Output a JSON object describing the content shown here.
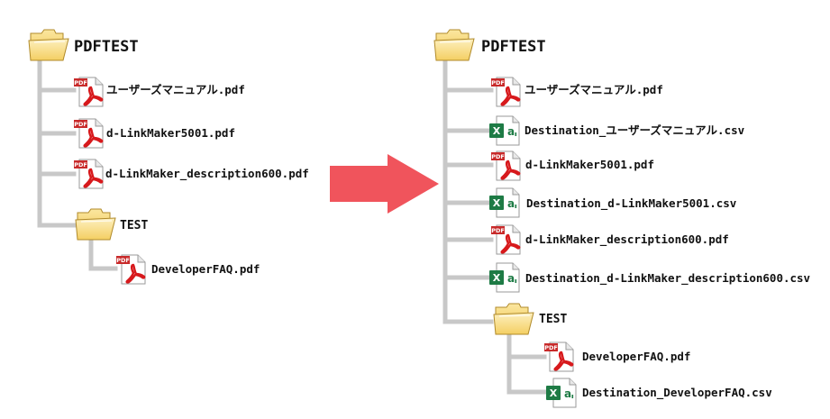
{
  "before": {
    "root": {
      "name": "PDFTEST",
      "icon": "folder-icon"
    },
    "files": [
      {
        "name": "ユーザーズマニュアル.pdf",
        "icon": "pdf-icon"
      },
      {
        "name": "d-LinkMaker5001.pdf",
        "icon": "pdf-icon"
      },
      {
        "name": "d-LinkMaker_description600.pdf",
        "icon": "pdf-icon"
      }
    ],
    "subfolder": {
      "name": "TEST",
      "icon": "folder-icon",
      "files": [
        {
          "name": "DeveloperFAQ.pdf",
          "icon": "pdf-icon"
        }
      ]
    }
  },
  "after": {
    "root": {
      "name": "PDFTEST",
      "icon": "folder-icon"
    },
    "files": [
      {
        "name": "ユーザーズマニュアル.pdf",
        "icon": "pdf-icon"
      },
      {
        "name": "Destination_ユーザーズマニュアル.csv",
        "icon": "excel-csv-icon"
      },
      {
        "name": "d-LinkMaker5001.pdf",
        "icon": "pdf-icon"
      },
      {
        "name": "Destination_d-LinkMaker5001.csv",
        "icon": "excel-csv-icon"
      },
      {
        "name": "d-LinkMaker_description600.pdf",
        "icon": "pdf-icon"
      },
      {
        "name": "Destination_d-LinkMaker_description600.csv",
        "icon": "excel-csv-icon"
      }
    ],
    "subfolder": {
      "name": "TEST",
      "icon": "folder-icon",
      "files": [
        {
          "name": "DeveloperFAQ.pdf",
          "icon": "pdf-icon"
        },
        {
          "name": "Destination_DeveloperFAQ.csv",
          "icon": "excel-csv-icon"
        }
      ]
    }
  },
  "arrow": {
    "icon": "arrow-right-icon",
    "color": "#f0545c"
  },
  "colors": {
    "pdf_red": "#d7191c",
    "excel_green": "#1e7b45",
    "folder_yellow": "#f6d26a",
    "tree_line": "#c8c8c8"
  }
}
